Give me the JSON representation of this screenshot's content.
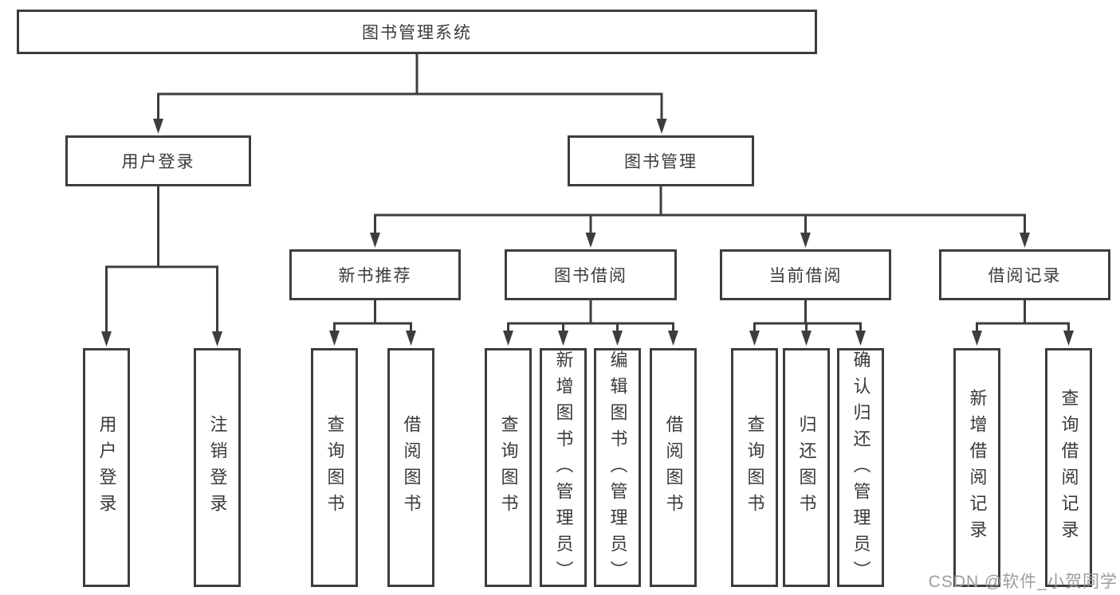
{
  "tree": {
    "label": "图书管理系统",
    "children": [
      {
        "label": "用户登录",
        "children": [
          {
            "label": "用户登录"
          },
          {
            "label": "注销登录"
          }
        ]
      },
      {
        "label": "图书管理",
        "children": [
          {
            "label": "新书推荐",
            "children": [
              {
                "label": "查询图书"
              },
              {
                "label": "借阅图书"
              }
            ]
          },
          {
            "label": "图书借阅",
            "children": [
              {
                "label": "查询图书"
              },
              {
                "label": "新增图书（管理员）"
              },
              {
                "label": "编辑图书（管理员）"
              },
              {
                "label": "借阅图书"
              }
            ]
          },
          {
            "label": "当前借阅",
            "children": [
              {
                "label": "查询图书"
              },
              {
                "label": "归还图书"
              },
              {
                "label": "确认归还（管理员）"
              }
            ]
          },
          {
            "label": "借阅记录",
            "children": [
              {
                "label": "新增借阅记录"
              },
              {
                "label": "查询借阅记录"
              }
            ]
          }
        ]
      }
    ]
  },
  "watermark": {
    "text": "CSDN @软件_小贺同学"
  },
  "colors": {
    "line": "#3d3d3d",
    "box-bg": "#ffffff",
    "text": "#3a3a3a",
    "watermark": "#9c9c9c"
  }
}
